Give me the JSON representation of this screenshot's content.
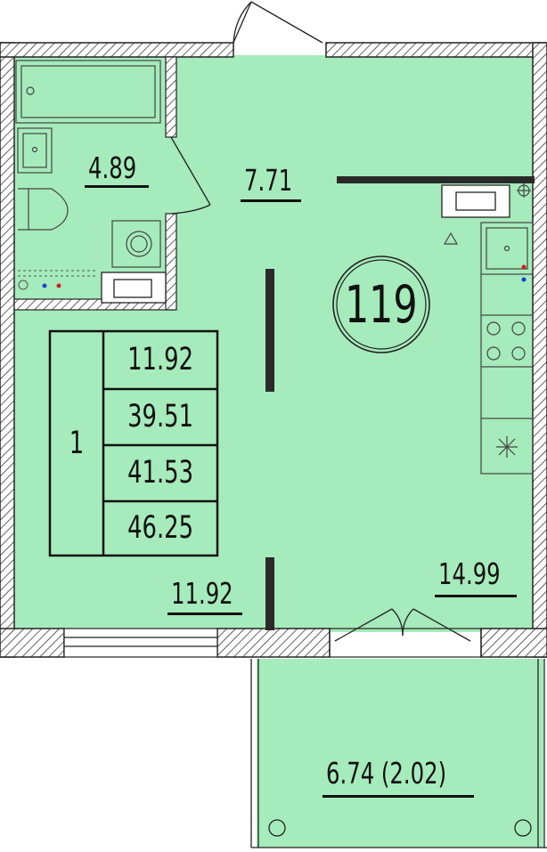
{
  "colors": {
    "fill": "#a6ebbb",
    "wall": "#2a2a2a",
    "hatch": "#ffffff"
  },
  "apartment": {
    "number": "119"
  },
  "rooms": {
    "bathroom": {
      "area": "4.89"
    },
    "hall": {
      "area": "7.71"
    },
    "bedroom": {
      "area": "11.92"
    },
    "kitchen": {
      "area": "14.99"
    },
    "balcony": {
      "area": "6.74 (2.02)"
    }
  },
  "summary": {
    "rooms_count": "1",
    "values": [
      "11.92",
      "39.51",
      "41.53",
      "46.25"
    ]
  },
  "icons": [
    "bathtub-icon",
    "sink-icon",
    "toilet-icon",
    "washing-machine-icon",
    "stove-icon",
    "fridge-icon",
    "radiator-icon",
    "gas-meter-icon"
  ]
}
